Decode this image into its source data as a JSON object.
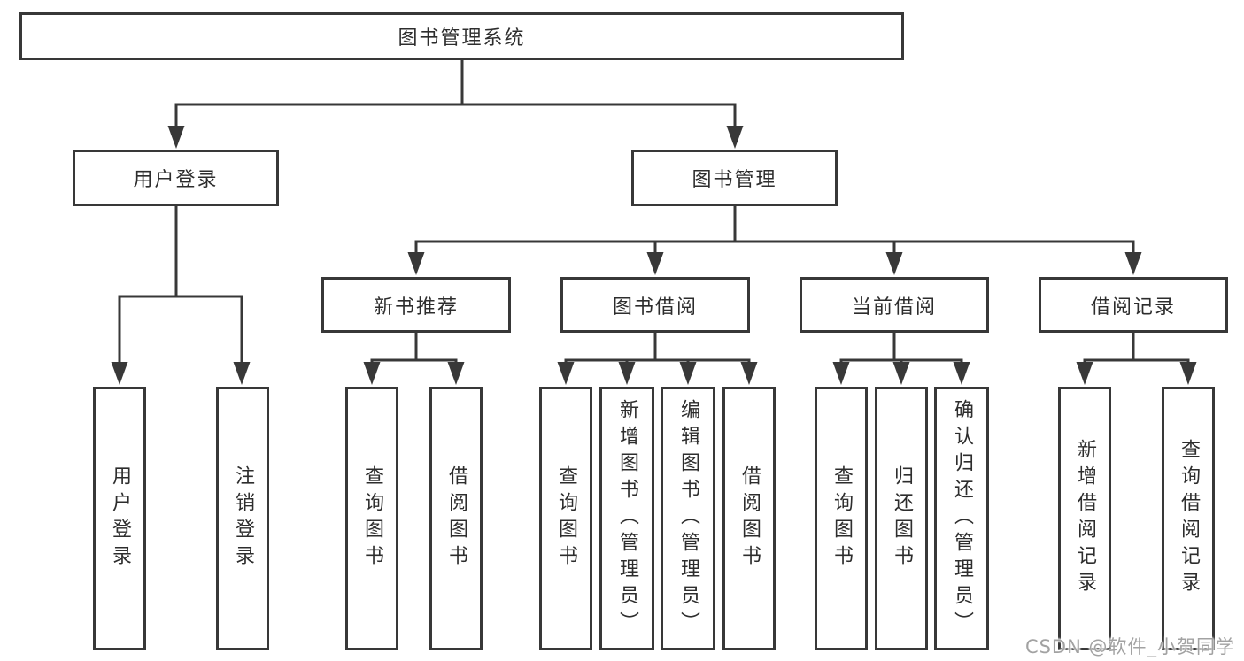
{
  "root": {
    "label": "图书管理系统"
  },
  "level1": [
    {
      "label": "用户登录",
      "leaves": [
        {
          "label": "用户登录"
        },
        {
          "label": "注销登录"
        }
      ]
    },
    {
      "label": "图书管理",
      "children": [
        {
          "label": "新书推荐",
          "leaves": [
            {
              "label": "查询图书"
            },
            {
              "label": "借阅图书"
            }
          ]
        },
        {
          "label": "图书借阅",
          "leaves": [
            {
              "label": "查询图书"
            },
            {
              "label": "新增图书（管理员）"
            },
            {
              "label": "编辑图书（管理员）"
            },
            {
              "label": "借阅图书"
            }
          ]
        },
        {
          "label": "当前借阅",
          "leaves": [
            {
              "label": "查询图书"
            },
            {
              "label": "归还图书"
            },
            {
              "label": "确认归还（管理员）"
            }
          ]
        },
        {
          "label": "借阅记录",
          "leaves": [
            {
              "label": "新增借阅记录"
            },
            {
              "label": "查询借阅记录"
            }
          ]
        }
      ]
    }
  ],
  "watermark": {
    "text": "CSDN @软件_小贺同学"
  },
  "colors": {
    "line": "#383838",
    "box_border": "#383838",
    "box_fill": "#ffffff",
    "text": "#2d2d2d",
    "watermark": "#a2a2a2"
  }
}
